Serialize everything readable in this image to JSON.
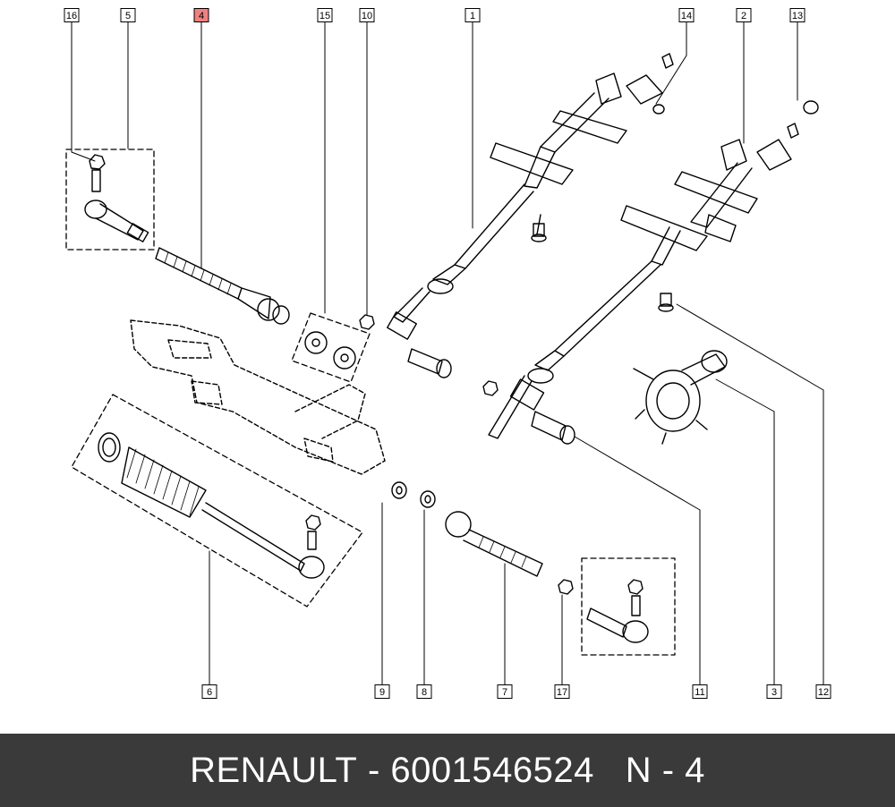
{
  "footer": {
    "brand": "RENAULT",
    "separator": " - ",
    "part_number": "6001546524",
    "gap": "   ",
    "ref": "N - 4"
  },
  "colors": {
    "highlight_box": "#f08080",
    "line": "#000000",
    "footer_bg": "#3a3a3a",
    "footer_text": "#ffffff"
  },
  "callouts": [
    {
      "id": "c16",
      "label": "16"
    },
    {
      "id": "c5",
      "label": "5"
    },
    {
      "id": "c4",
      "label": "4",
      "highlight": true
    },
    {
      "id": "c15",
      "label": "15"
    },
    {
      "id": "c10",
      "label": "10"
    },
    {
      "id": "c1",
      "label": "1"
    },
    {
      "id": "c14",
      "label": "14"
    },
    {
      "id": "c2",
      "label": "2"
    },
    {
      "id": "c13",
      "label": "13"
    },
    {
      "id": "c6",
      "label": "6"
    },
    {
      "id": "c9",
      "label": "9"
    },
    {
      "id": "c8",
      "label": "8"
    },
    {
      "id": "c7",
      "label": "7"
    },
    {
      "id": "c17",
      "label": "17"
    },
    {
      "id": "c11",
      "label": "11"
    },
    {
      "id": "c3",
      "label": "3"
    },
    {
      "id": "c12",
      "label": "12"
    }
  ]
}
